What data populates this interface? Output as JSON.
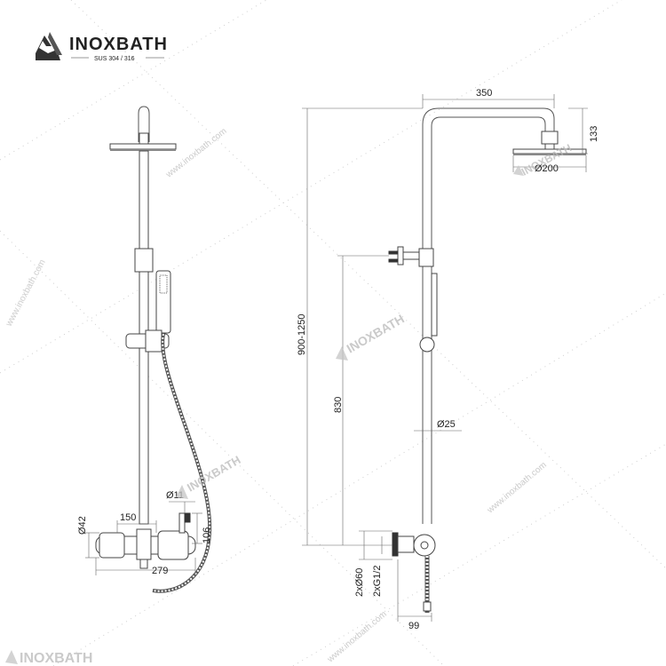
{
  "brand": {
    "name": "INOXBATH",
    "tagline": "SUS 304 / 316",
    "watermark_url": "www.inoxbath.com",
    "watermark_name": "INOXBATH"
  },
  "front_dimensions": {
    "pipe_diameter": "Ø11",
    "valve_length": "150",
    "valve_diameter": "Ø42",
    "valve_height": "106",
    "overall_width": "279"
  },
  "side_dimensions": {
    "arm_length": "350",
    "head_drop": "133",
    "head_diameter": "Ø200",
    "total_height": "900-1250",
    "inlet_height": "830",
    "rail_diameter": "Ø25",
    "inlet_cover": "2xØ60",
    "inlet_thread": "2xG1/2",
    "wall_offset": "99"
  },
  "colors": {
    "line": "#555555",
    "watermark": "#b9b9b9",
    "text": "#222222"
  }
}
